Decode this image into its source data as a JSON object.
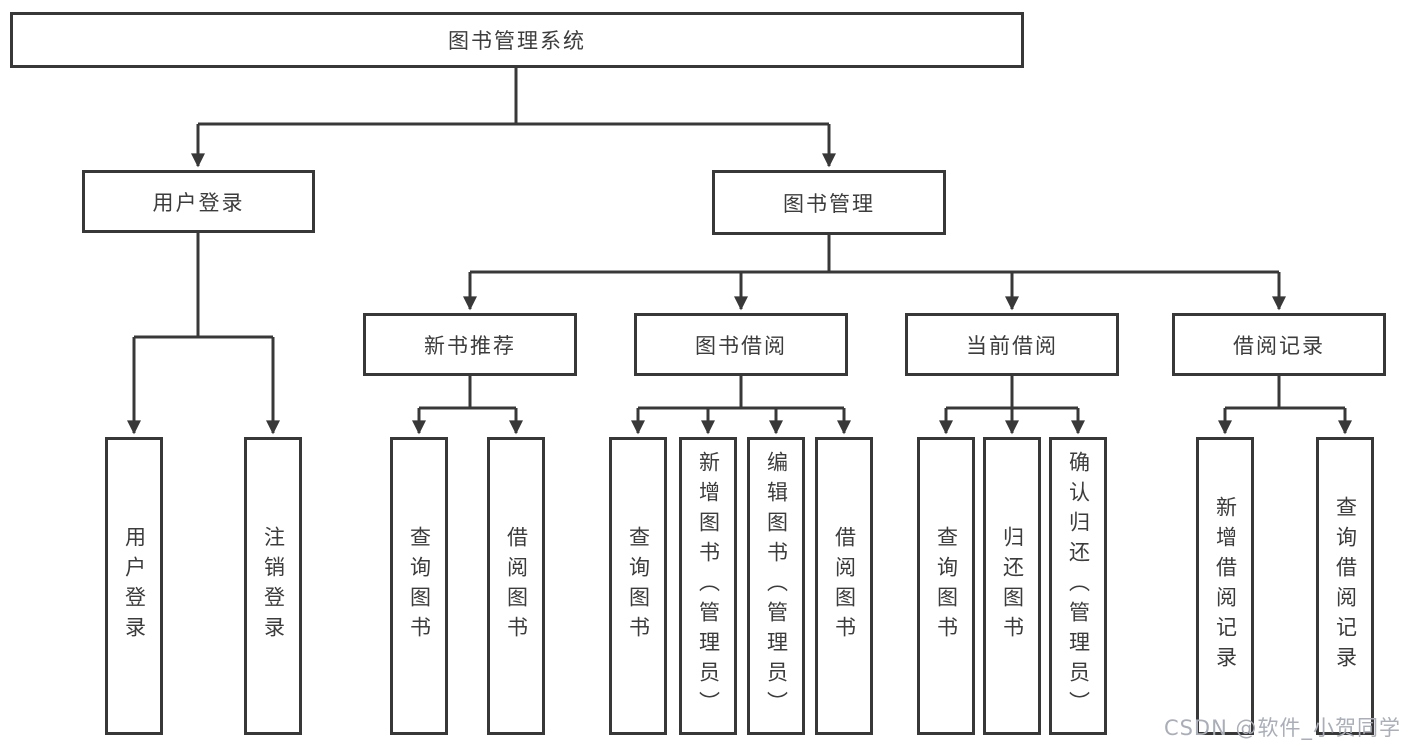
{
  "tree": {
    "label": "图书管理系统",
    "children": [
      {
        "label": "用户登录",
        "children": [
          {
            "label": "用户登录"
          },
          {
            "label": "注销登录"
          }
        ]
      },
      {
        "label": "图书管理",
        "children": [
          {
            "label": "新书推荐",
            "children": [
              {
                "label": "查询图书"
              },
              {
                "label": "借阅图书"
              }
            ]
          },
          {
            "label": "图书借阅",
            "children": [
              {
                "label": "查询图书"
              },
              {
                "label": "新增图书（管理员）"
              },
              {
                "label": "编辑图书（管理员）"
              },
              {
                "label": "借阅图书"
              }
            ]
          },
          {
            "label": "当前借阅",
            "children": [
              {
                "label": "查询图书"
              },
              {
                "label": "归还图书"
              },
              {
                "label": "确认归还（管理员）"
              }
            ]
          },
          {
            "label": "借阅记录",
            "children": [
              {
                "label": "新增借阅记录"
              },
              {
                "label": "查询借阅记录"
              }
            ]
          }
        ]
      }
    ]
  },
  "watermark": {
    "text": "CSDN @软件_小贺同学"
  },
  "colors": {
    "line": "#383838",
    "text": "#3c3c3c",
    "watermark": "#a9aeb8",
    "background": "#ffffff"
  }
}
